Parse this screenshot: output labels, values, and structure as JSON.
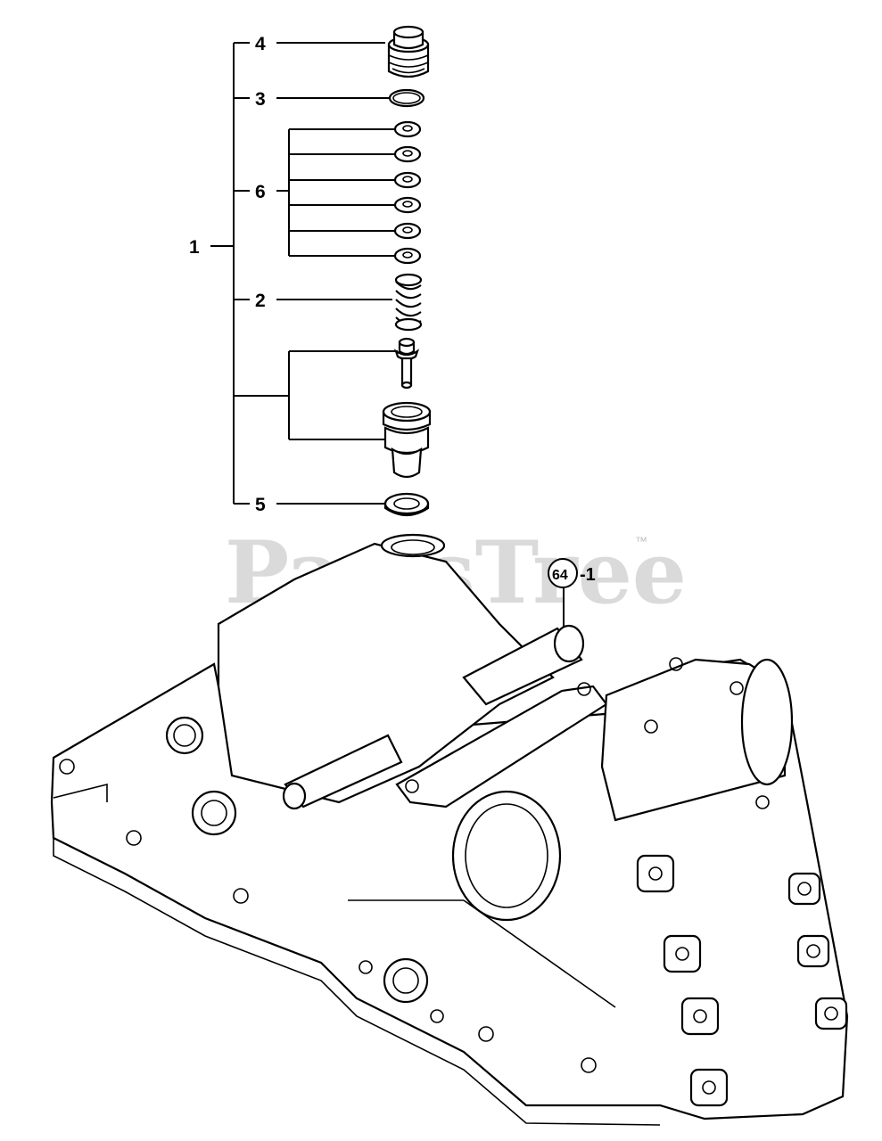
{
  "watermark": {
    "brand": "PartsTree",
    "trademark": "™"
  },
  "callouts": {
    "assembly": "1",
    "spring": "2",
    "o_ring": "3",
    "plug": "4",
    "gasket": "5",
    "shims": "6",
    "reference_circle": "64",
    "reference_suffix": "-1"
  },
  "icons": [
    "relief-valve-plug",
    "o-ring",
    "shim-washer",
    "coil-spring",
    "poppet",
    "valve-seat",
    "flat-gasket",
    "transmission-case"
  ]
}
